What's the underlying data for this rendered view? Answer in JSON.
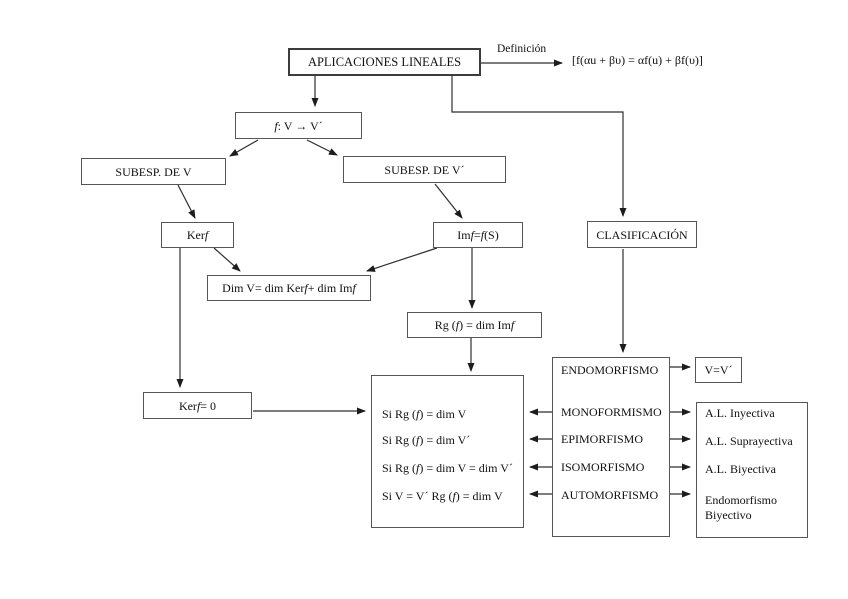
{
  "diagram": {
    "colors": {
      "ink": "#101010",
      "line": "#2e2e2e",
      "box_border": "#565656",
      "background": "#ffffff"
    },
    "nodes": {
      "title": "APLICACIONES LINEALES",
      "definicion": "Definición",
      "formula": "[f(αu + βυ) = αf(u) + βf(υ)]",
      "f_map": "f :  V → V´",
      "subesp_v": "SUBESP. DE V",
      "subesp_v_prime": "SUBESP. DE V´",
      "ker_f": "Ker f",
      "im_f": "Im f =f (S)",
      "dim_formula": "Dim V= dim Ker f +  dim Im f",
      "clasificacion": "CLASIFICACIÓN",
      "rango": "Rg (f) = dim Im f",
      "ker_f_zero": "Ker f = 0",
      "v_equals": "V=V´"
    },
    "conditions": [
      "Si Rg (f) = dim V",
      "Si Rg (f) = dim V´",
      "Si Rg (f) = dim V = dim V´",
      "Si V = V´  Rg (f) = dim V"
    ],
    "morphisms": [
      "ENDOMORFISMO",
      "MONOFORMISMO",
      "EPIMORFISMO",
      "ISOMORFISMO",
      "AUTOMORFISMO"
    ],
    "results": [
      "A.L. Inyectiva",
      "A.L. Suprayectiva",
      "A.L. Biyectiva",
      "Endomorfismo Biyectivo"
    ]
  }
}
